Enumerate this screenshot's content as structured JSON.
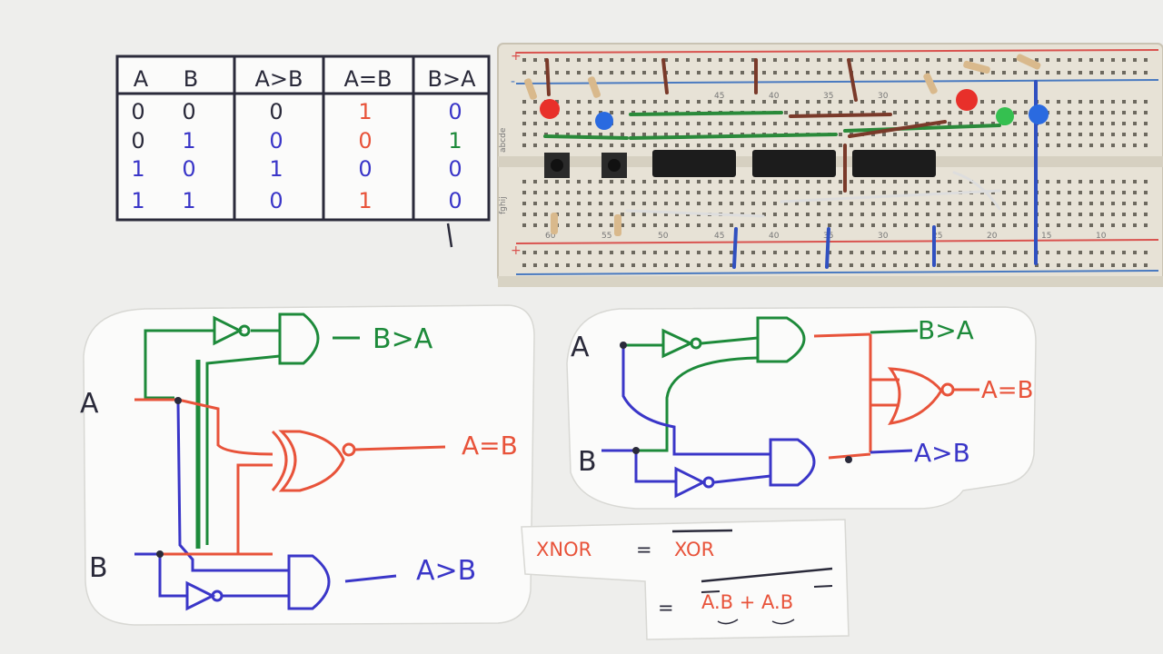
{
  "colors": {
    "paper": "#fbfbfa",
    "ink": "#2a2a3a",
    "red": "#e8533a",
    "green": "#1d8a3a",
    "blue": "#3a36c8",
    "board": "#e7e2d6"
  },
  "truth_table": {
    "headers": [
      "A",
      "B",
      "A>B",
      "A=B",
      "B>A"
    ],
    "rows": [
      [
        "0",
        "0",
        "0",
        "1",
        "0"
      ],
      [
        "0",
        "1",
        "0",
        "0",
        "1"
      ],
      [
        "1",
        "0",
        "1",
        "0",
        "0"
      ],
      [
        "1",
        "1",
        "0",
        "1",
        "0"
      ]
    ]
  },
  "diagram_left": {
    "input_a": "A",
    "input_b": "B",
    "out_b_gt_a": "B>A",
    "out_a_eq_b": "A=B",
    "out_a_gt_b": "A>B"
  },
  "diagram_right": {
    "input_a": "A",
    "input_b": "B",
    "out_b_gt_a": "B>A",
    "out_a_eq_b": "A=B",
    "out_a_gt_b": "A>B"
  },
  "equation": {
    "line1_left": "XNOR",
    "line1_eq": "=",
    "line1_right": "XOR",
    "line2_eq": "=",
    "line2_expr": "A.B + A.B"
  },
  "breadboard": {
    "column_numbers": [
      "60",
      "55",
      "50",
      "45",
      "40",
      "35",
      "30",
      "25",
      "20",
      "15",
      "10"
    ],
    "row_letters": "abcde",
    "row_letters_bottom": "fghij",
    "rail_plus": "+",
    "rail_minus": "-"
  }
}
